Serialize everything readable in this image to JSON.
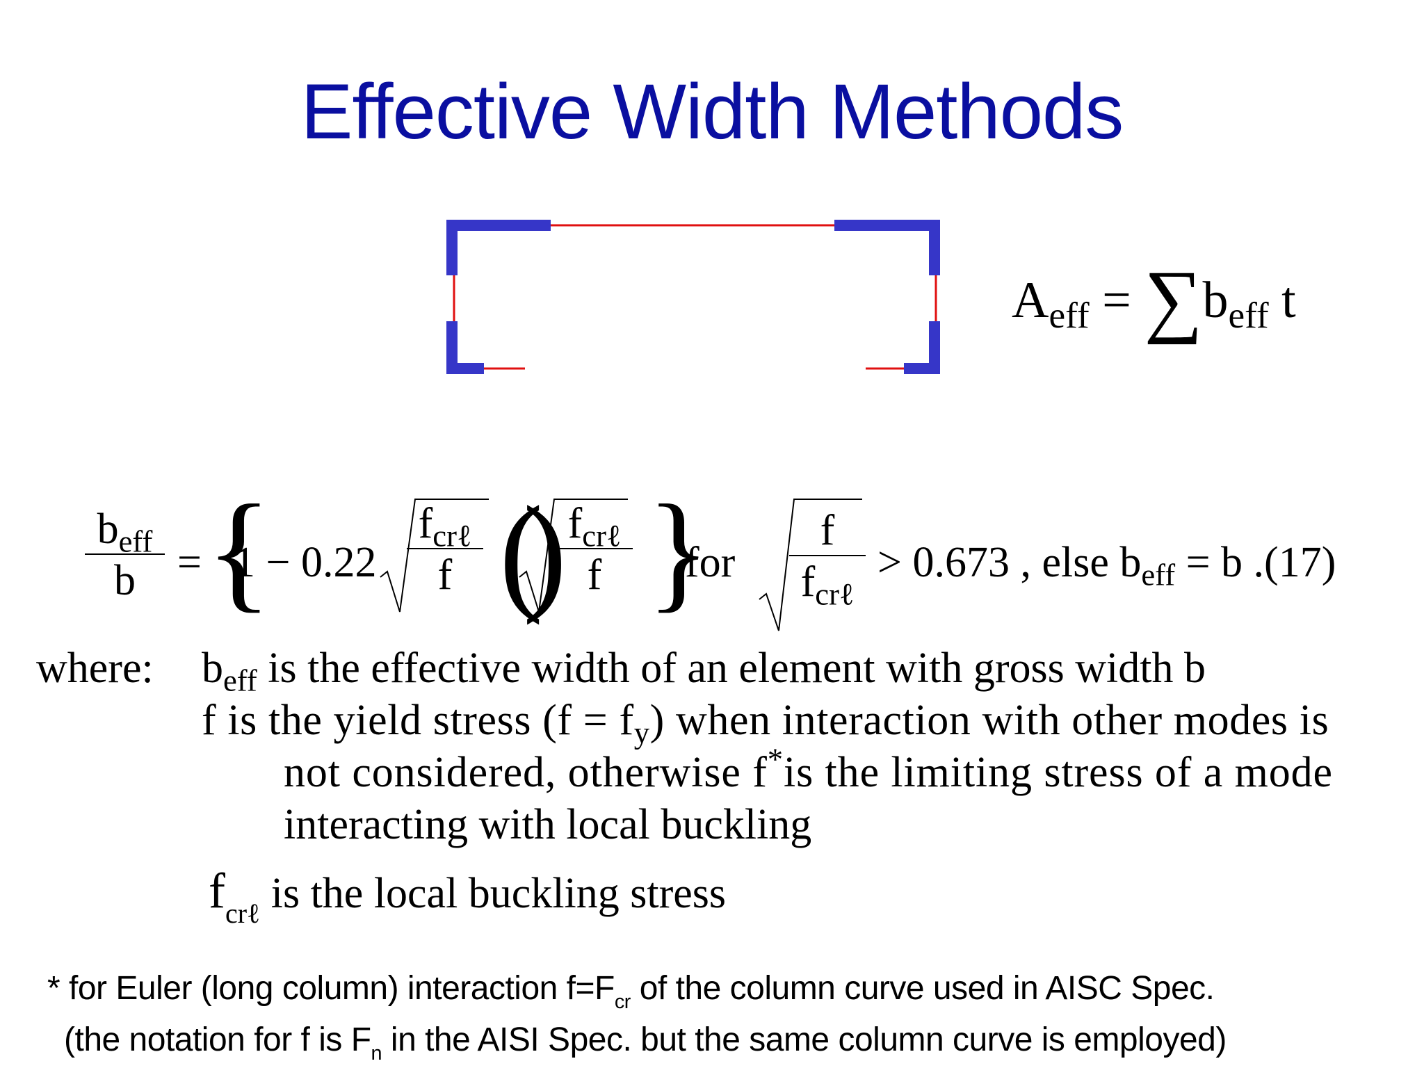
{
  "slide": {
    "title": "Effective Width Methods",
    "colors": {
      "title": "#0a0fa0",
      "effective": "#3636c8",
      "ineffective": "#e01010"
    }
  },
  "aeff_formula": {
    "lhs": "A",
    "lhs_sub": "eff",
    "eq": "=",
    "sigma": "∑",
    "b": "b",
    "b_sub": "eff",
    "t": "t"
  },
  "main_equation": {
    "lhs_num": "b",
    "lhs_num_sub": "eff",
    "lhs_den": "b",
    "eq": "=",
    "one_minus": "1 − 0.22",
    "f_crl": "f",
    "crl_sub": "crℓ",
    "f": "f",
    "for_word": "for",
    "cond_num": "f",
    "cond_den": "f",
    "cond_rhs": "> 0.673 , else  b",
    "else_sub": "eff",
    "else_rhs": " = b  .(17)"
  },
  "where": {
    "label": "where:",
    "line1_b": "b",
    "line1_sub": "eff",
    "line1_rest": " is the effective width of an element with gross width b",
    "line2_a": "f is the yield stress (f = f",
    "line2_sub": "y",
    "line2_b": ") when interaction with other modes is",
    "line3_a": "not considered, otherwise f",
    "line3_star": "*",
    "line3_b": "is the limiting stress of a mode",
    "line4": "interacting with local buckling",
    "line5_f": "f",
    "line5_sub": "crℓ",
    "line5_rest": "  is the local buckling stress"
  },
  "footnotes": {
    "line1_a": "* for Euler (long column) interaction f=F",
    "line1_sub": "cr",
    "line1_b": " of the column curve used in AISC Spec.",
    "line2_a": "(the notation for f is F",
    "line2_sub": "n",
    "line2_b": " in the AISI Spec. but the same column curve is employed)"
  }
}
